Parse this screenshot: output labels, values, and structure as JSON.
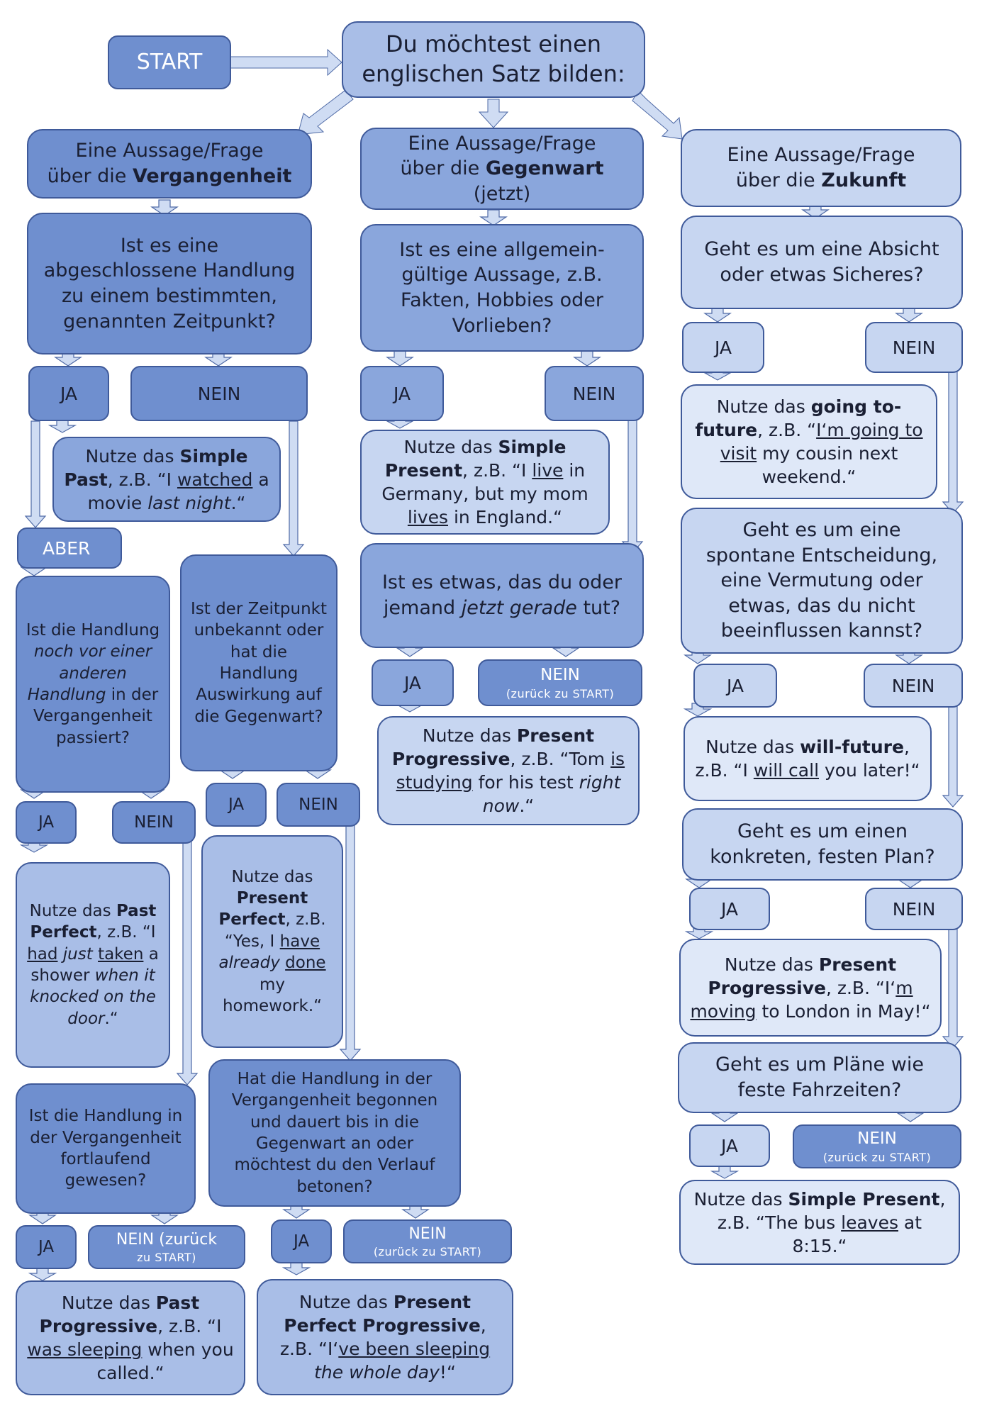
{
  "start": "START",
  "intro": "Du möchtest einen englischen Satz bilden:",
  "yes": "JA",
  "no": "NEIN",
  "back_to_start": "(zurück zu START)",
  "no_back_split": [
    "NEIN (zurück",
    "zu START)"
  ],
  "aber": "ABER",
  "past": {
    "header": [
      "Eine Aussage/Frage",
      "über die ",
      "Vergangenheit"
    ],
    "q1": "Ist es eine abgeschlossene Handlung zu einem bestimmten, genannten Zeitpunkt?",
    "simple_past": [
      "Nutze das ",
      "Simple Past",
      ", z.B. “I ",
      "watched",
      " a movie ",
      "last night",
      ".“"
    ],
    "q_before": [
      "Ist die Handlung ",
      "noch vor einer anderen Handlung",
      " in der Vergangenheit passiert?"
    ],
    "past_perfect": [
      "Nutze das ",
      "Past Perfect",
      ", z.B. “I ",
      "had",
      " ",
      "just",
      " ",
      "taken",
      " a shower ",
      "when it knocked on the door",
      ".“"
    ],
    "q_unknown": "Ist der Zeitpunkt unbekannt oder hat die Handlung Auswirkung auf die Gegenwart?",
    "present_perfect": [
      "Nutze das ",
      "Present Perfect",
      ", z.B. “Yes, I ",
      "have",
      " ",
      "already",
      " ",
      "done",
      " my homework.“"
    ],
    "q_continuous": "Ist die Handlung in der Vergangenheit fortlaufend gewesen?",
    "past_progressive": [
      "Nutze das ",
      "Past Progressive",
      ", z.B. “I ",
      "was sleeping",
      " when you called.“"
    ],
    "q_until_now": "Hat die Handlung in der Vergangenheit begonnen und dauert bis in die Gegenwart an oder möchtest du den Verlauf betonen?",
    "present_perfect_progressive": [
      "Nutze das ",
      "Present Perfect Progressive",
      ", z.B. “I‘",
      "ve been sleeping",
      " ",
      "the whole day",
      "!“"
    ]
  },
  "present": {
    "header": [
      "Eine Aussage/Frage",
      "über die ",
      "Gegenwart",
      "(jetzt)"
    ],
    "q1": "Ist es eine allgemein-gültige Aussage, z.B. Fakten, Hobbies oder Vorlieben?",
    "simple_present": [
      "Nutze das ",
      "Simple Present",
      ", z.B. “I ",
      "live",
      " in Germany, but my mom ",
      "lives",
      " in England.“"
    ],
    "q2": [
      "Ist es etwas, das du oder jemand ",
      "jetzt gerade",
      " tut?"
    ],
    "present_progressive": [
      "Nutze das ",
      "Present Progressive",
      ", z.B. “Tom ",
      "is studying",
      " for his test ",
      "right now",
      ".“"
    ]
  },
  "future": {
    "header": [
      "Eine Aussage/Frage",
      "über die ",
      "Zukunft"
    ],
    "q1": "Geht es um eine Absicht oder etwas Sicheres?",
    "going_to": [
      "Nutze das ",
      "going to-future",
      ", z.B. “",
      "I‘m going to visit",
      " my cousin next weekend.“"
    ],
    "q2": "Geht es um eine spontane Entscheidung, eine Vermutung oder etwas, das du nicht beeinflussen kannst?",
    "will_future": [
      "Nutze das ",
      "will-future",
      ", z.B. “I ",
      "will call",
      " you later!“"
    ],
    "q3": "Geht es um einen konkreten, festen Plan?",
    "present_progressive": [
      "Nutze das ",
      "Present Progressive",
      ", z.B. “I‘",
      "m moving",
      " to London in May!“"
    ],
    "q4": "Geht es um Pläne wie feste Fahrzeiten?",
    "simple_present": [
      "Nutze das ",
      "Simple Present",
      ", z.B. “The bus ",
      "leaves",
      " at 8:15.“"
    ]
  }
}
